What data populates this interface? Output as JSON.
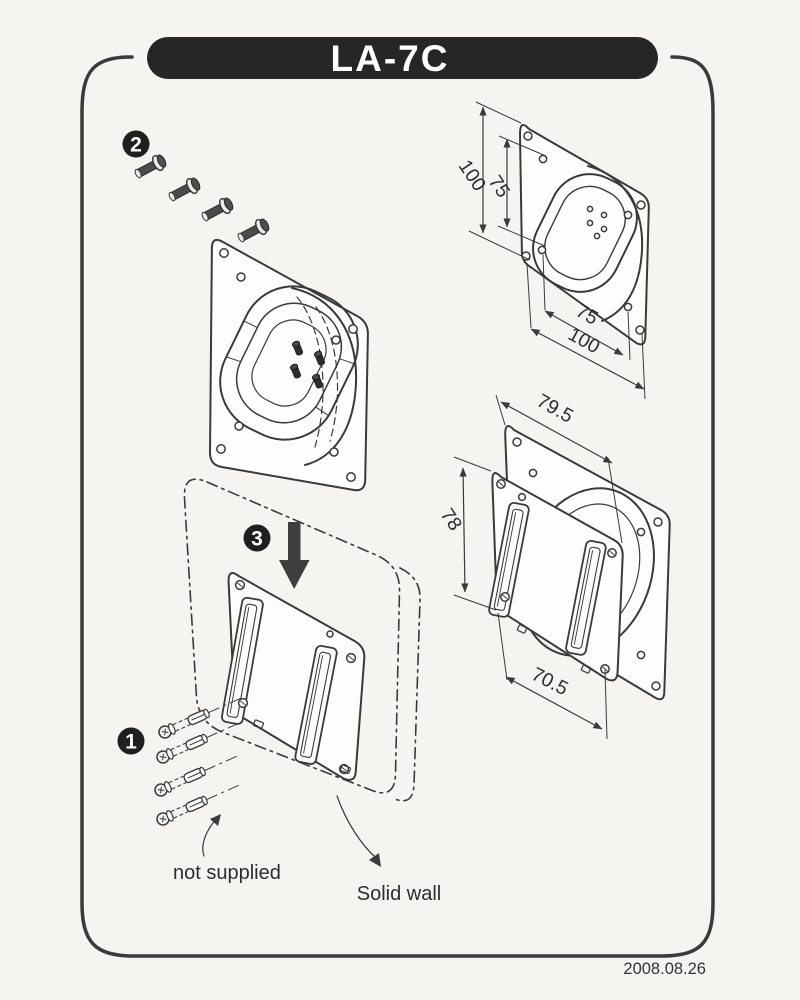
{
  "page": {
    "title": "LA-7C",
    "date": "2008.08.26"
  },
  "colors": {
    "paper": "#f5f4f1",
    "ink": "#3a3a3a",
    "title_pill": "#262626",
    "badge": "#1f1f1f",
    "arrow": "#3e3e3e"
  },
  "steps": {
    "step1": "1",
    "step2": "2",
    "step3": "3"
  },
  "labels": {
    "not_supplied": "not supplied",
    "solid_wall": "Solid wall"
  },
  "dimensions": {
    "vesa_plate": {
      "outer_height": "100",
      "inner_height": "75",
      "inner_width": "75",
      "outer_width": "100"
    },
    "wall_plate": {
      "top_width": "79.5",
      "side_height": "78",
      "bottom_width": "70.5"
    }
  }
}
